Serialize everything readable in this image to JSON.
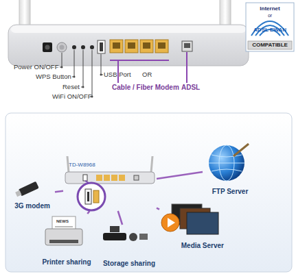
{
  "diagram": {
    "nodes": [
      {
        "text": [
          "TD-W8968"
        ]
      },
      {
        "text": [
          "FTP Server"
        ]
      },
      {
        "text": [
          "3G modem"
        ]
      },
      {
        "text": [
          "Media Server"
        ]
      },
      {
        "text": [
          "Printer sharing"
        ]
      },
      {
        "text": [
          "Storage sharing"
        ]
      }
    ],
    "edges": [
      {
        "from": 0,
        "to": 1,
        "arrow": "none"
      },
      {
        "from": 0,
        "to": 2,
        "arrow": "none"
      },
      {
        "from": 0,
        "to": 3,
        "arrow": "none"
      },
      {
        "from": 0,
        "to": 4,
        "arrow": "none"
      },
      {
        "from": 0,
        "to": 5,
        "arrow": "none"
      }
    ],
    "labels": [
      "Power ON/OFF",
      "WPS Button",
      "Reset",
      "WiFi ON/OFF",
      "USB Port",
      "Cable / Fiber Modem",
      "OR",
      "ADSL",
      "Internet",
      "or",
      "ADSL EWAN",
      "COMPATIBLE",
      "NEWS"
    ]
  }
}
